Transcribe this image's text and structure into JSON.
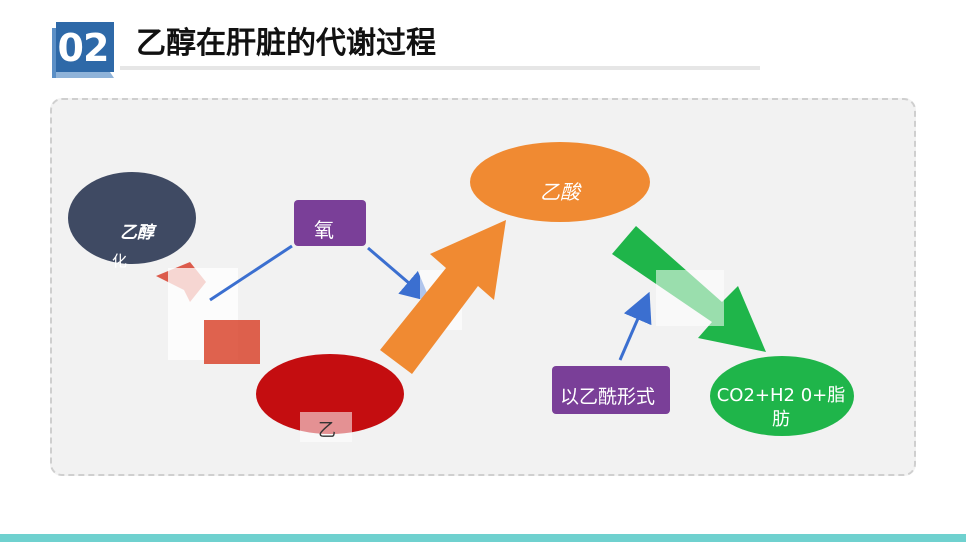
{
  "section": {
    "number": "02",
    "title": "乙醇在肝脏的代谢过程"
  },
  "diagram": {
    "nodes": {
      "ethanol": {
        "label": "乙醇",
        "sublabel": "化",
        "color": "#3f4a63"
      },
      "oxygen": {
        "label": "氧",
        "color": "#7a3f98"
      },
      "acetic_acid": {
        "label": "乙酸",
        "color": "#f08a32"
      },
      "red_ellipse": {
        "label": "乙",
        "color": "#c40d10"
      },
      "acetyl_form": {
        "label": "以乙酰形式",
        "color": "#7a3f98"
      },
      "co2_fat": {
        "label": "CO2+H2 0+脂肪",
        "color": "#1fb54a"
      }
    },
    "colors": {
      "connector_blue": "#3b6fd0",
      "orange_arrow": "#f08a32",
      "green_arrow": "#1fb54a",
      "badge_blue": "#2e69a8"
    }
  }
}
